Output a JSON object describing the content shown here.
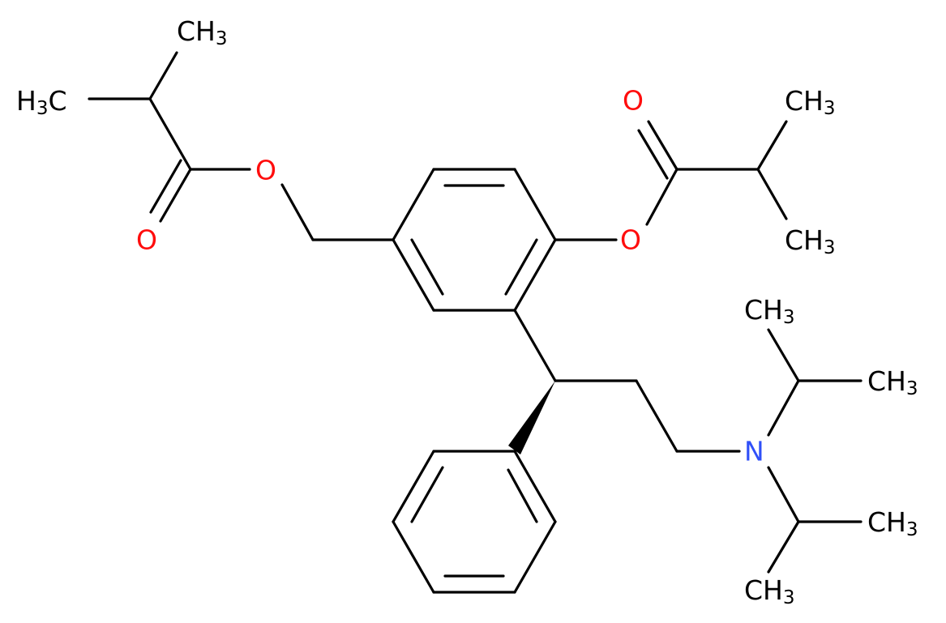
{
  "colors": {
    "bond": "#000000",
    "carbon_label": "#000000",
    "oxygen": "#ff0d0d",
    "nitrogen": "#3050f8"
  },
  "labels": {
    "methyl_a": {
      "main": "CH",
      "sub": "3"
    },
    "methyl_b": {
      "main": "H",
      "sub": "3",
      "tail": "C"
    },
    "o_carbonyl_left": "O",
    "o_ester_left": "O",
    "o_carbonyl_right": "O",
    "methyl_c": {
      "main": "CH",
      "sub": "3"
    },
    "o_ester_right": "O",
    "methyl_d": {
      "main": "CH",
      "sub": "3"
    },
    "methyl_e": {
      "main": "CH",
      "sub": "3"
    },
    "methyl_f": {
      "main": "CH",
      "sub": "3"
    },
    "nitrogen": "N",
    "methyl_g": {
      "main": "CH",
      "sub": "3"
    },
    "methyl_h": {
      "main": "CH",
      "sub": "3"
    }
  }
}
